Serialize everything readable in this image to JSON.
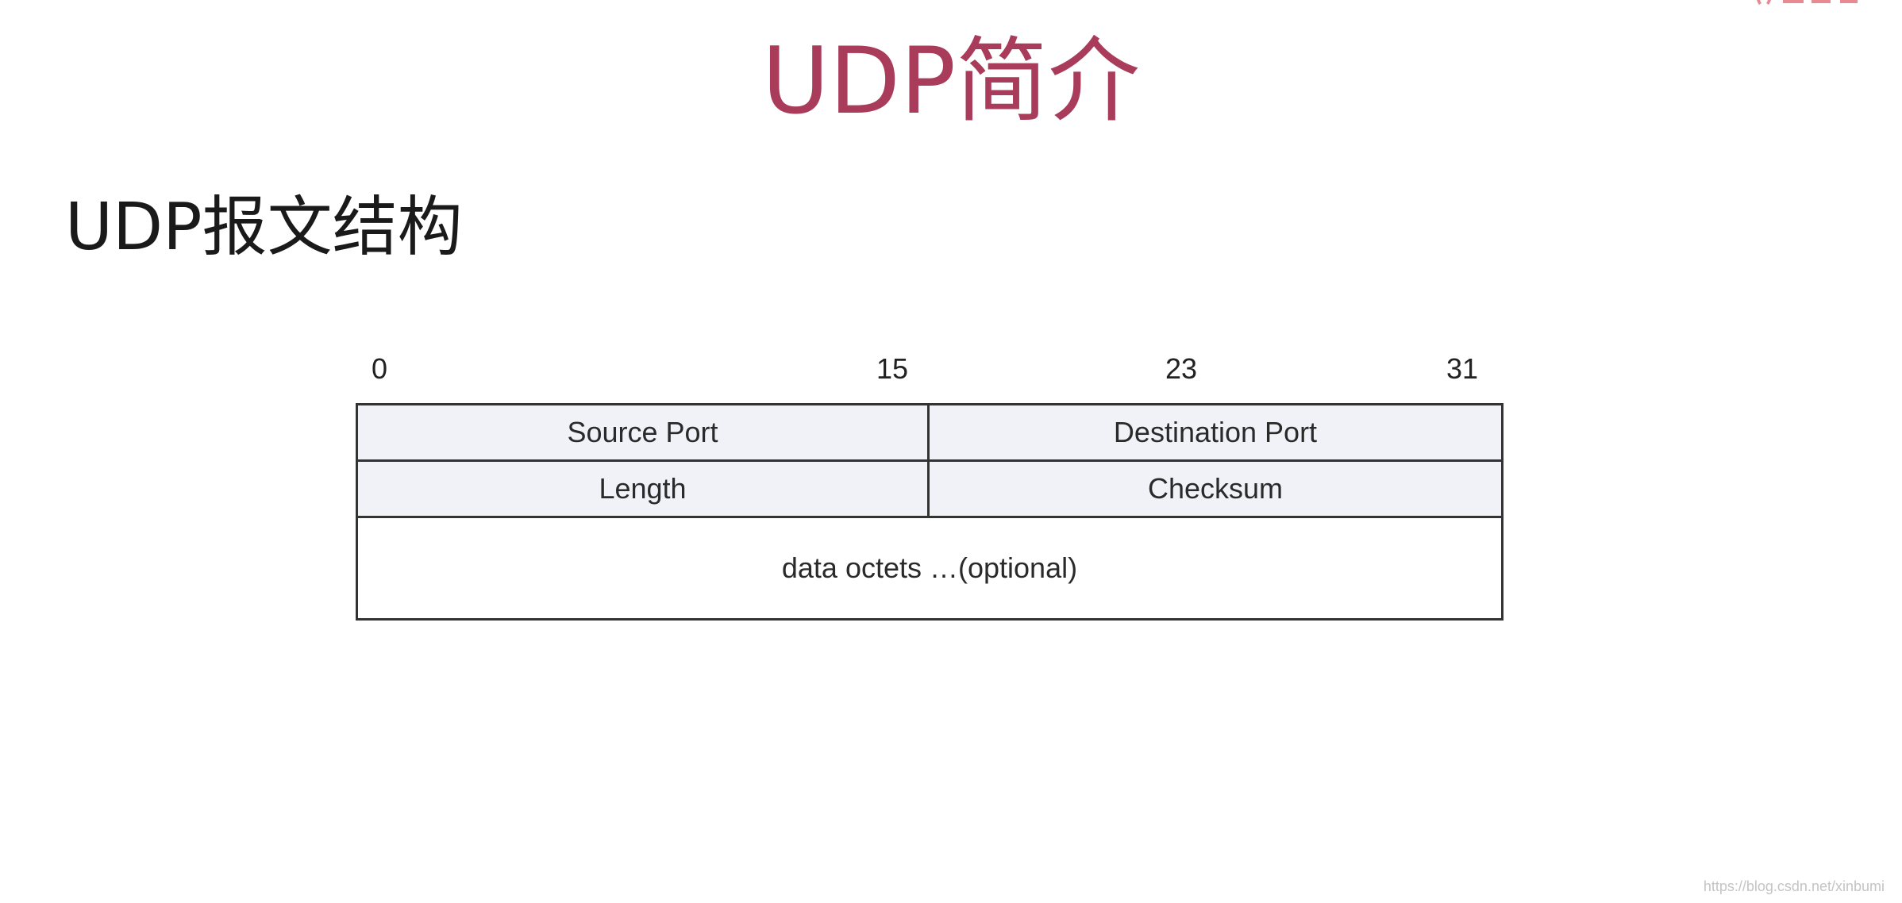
{
  "slide": {
    "title": "UDP简介",
    "subtitle": "UDP报文结构",
    "title_color": "#a83c5a"
  },
  "diagram": {
    "bit_labels": [
      "0",
      "15",
      "23",
      "31"
    ],
    "rows": [
      [
        "Source Port",
        "Destination Port"
      ],
      [
        "Length",
        "Checksum"
      ]
    ],
    "data": "data octets …(optional)",
    "field_fill": "#f1f2f8",
    "border_color": "#333333"
  },
  "watermark": "https://blog.csdn.net/xinbumi",
  "logo": {
    "icon": "brand-logo-icon",
    "color": "#e88a94"
  }
}
